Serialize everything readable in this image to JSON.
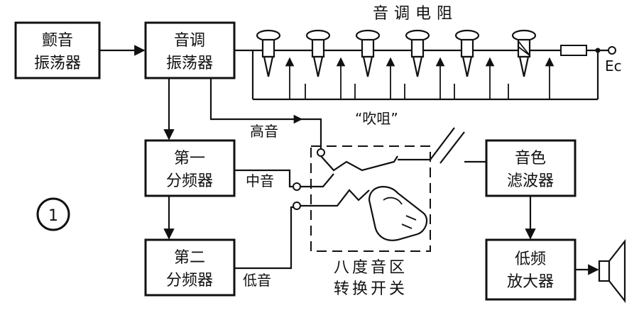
{
  "figure_number": "1",
  "blocks": {
    "vibrato_osc": [
      "颤音",
      "振荡器"
    ],
    "tone_osc": [
      "音调",
      "振荡器"
    ],
    "div1": [
      "第一",
      "分频器"
    ],
    "div2": [
      "第二",
      "分频器"
    ],
    "timbre_filter": [
      "音色",
      "滤波器"
    ],
    "lf_amp": [
      "低频",
      "放大器"
    ]
  },
  "labels": {
    "tone_resistor": "音调电阻",
    "ec": "Ec",
    "blow": "“吹咀”",
    "high": "高音",
    "mid": "中音",
    "low": "低音",
    "switch_line1": "八度音区",
    "switch_line2": "转换开关"
  }
}
